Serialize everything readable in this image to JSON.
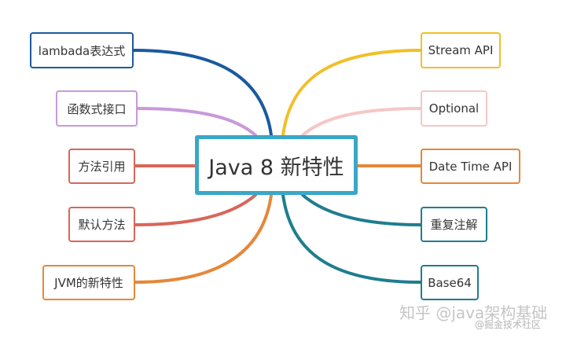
{
  "center": {
    "label": "Java 8 新特性",
    "color": "#3aa7c7"
  },
  "left_branches": [
    {
      "label": "lambada表达式",
      "color": "#1a5a9e"
    },
    {
      "label": "函数式接口",
      "color": "#c79ad9"
    },
    {
      "label": "方法引用",
      "color": "#d8665a"
    },
    {
      "label": "默认方法",
      "color": "#d8665a"
    },
    {
      "label": "JVM的新特性",
      "color": "#e4883a"
    }
  ],
  "right_branches": [
    {
      "label": "Stream API",
      "color": "#f0c028"
    },
    {
      "label": "Optional",
      "color": "#f5c7c7"
    },
    {
      "label": "Date Time API",
      "color": "#e4883a"
    },
    {
      "label": "重复注解",
      "color": "#1f7d8e"
    },
    {
      "label": "Base64",
      "color": "#1f7d8e"
    }
  ],
  "watermark": {
    "main": "知乎 @java架构基础",
    "sub": "@掘金技术社区"
  }
}
